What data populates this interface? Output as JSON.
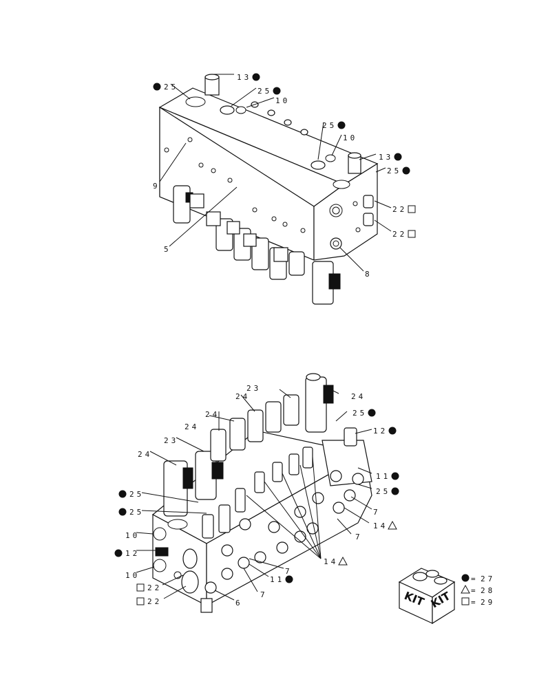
{
  "top_callouts": [
    {
      "id": "c13a",
      "text": "13",
      "sym": "dot"
    },
    {
      "id": "c25a",
      "text": "25",
      "sym": "dot"
    },
    {
      "id": "c25b",
      "text": "25",
      "sym": "dot"
    },
    {
      "id": "c10a",
      "text": "10",
      "sym": ""
    },
    {
      "id": "c25c",
      "text": "25",
      "sym": "dot"
    },
    {
      "id": "c10b",
      "text": "10",
      "sym": ""
    },
    {
      "id": "c13b",
      "text": "13",
      "sym": "dot"
    },
    {
      "id": "c25d",
      "text": "25",
      "sym": "dot"
    },
    {
      "id": "c22a",
      "text": "22",
      "sym": "square"
    },
    {
      "id": "c22b",
      "text": "22",
      "sym": "square"
    },
    {
      "id": "c9",
      "text": "9",
      "sym": ""
    },
    {
      "id": "c5",
      "text": "5",
      "sym": ""
    },
    {
      "id": "c8",
      "text": "8",
      "sym": ""
    }
  ],
  "bottom_callouts": [
    {
      "id": "b23a",
      "text": "23",
      "sym": ""
    },
    {
      "id": "b24a",
      "text": "24",
      "sym": ""
    },
    {
      "id": "b24b",
      "text": "24",
      "sym": ""
    },
    {
      "id": "b25a",
      "text": "25",
      "sym": "dot"
    },
    {
      "id": "b24c",
      "text": "24",
      "sym": ""
    },
    {
      "id": "b12a",
      "text": "12",
      "sym": "dot"
    },
    {
      "id": "b24d",
      "text": "24",
      "sym": ""
    },
    {
      "id": "b23b",
      "text": "23",
      "sym": ""
    },
    {
      "id": "b24e",
      "text": "24",
      "sym": ""
    },
    {
      "id": "b11a",
      "text": "11",
      "sym": "dot"
    },
    {
      "id": "b25b",
      "text": "25",
      "sym": "dot"
    },
    {
      "id": "b25c",
      "text": "25",
      "sym": "dot"
    },
    {
      "id": "b25d",
      "text": "25",
      "sym": "dot"
    },
    {
      "id": "b7a",
      "text": "7",
      "sym": ""
    },
    {
      "id": "b14a",
      "text": "14",
      "sym": "triangle"
    },
    {
      "id": "b7b",
      "text": "7",
      "sym": ""
    },
    {
      "id": "b10a",
      "text": "10",
      "sym": ""
    },
    {
      "id": "b12b",
      "text": "12",
      "sym": "dot"
    },
    {
      "id": "b14b",
      "text": "14",
      "sym": "triangle"
    },
    {
      "id": "b7c",
      "text": "7",
      "sym": ""
    },
    {
      "id": "b11b",
      "text": "11",
      "sym": "dot"
    },
    {
      "id": "b10b",
      "text": "10",
      "sym": ""
    },
    {
      "id": "b7d",
      "text": "7",
      "sym": ""
    },
    {
      "id": "b22a",
      "text": "22",
      "sym": "square"
    },
    {
      "id": "b22b",
      "text": "22",
      "sym": "square"
    },
    {
      "id": "b6",
      "text": "6",
      "sym": ""
    }
  ],
  "kit": {
    "box_text_1": "KIT",
    "box_text_2": "KIT",
    "legend": [
      {
        "sym": "dot",
        "value": "27"
      },
      {
        "sym": "triangle",
        "value": "28"
      },
      {
        "sym": "square",
        "value": "29"
      }
    ],
    "equals": "="
  }
}
